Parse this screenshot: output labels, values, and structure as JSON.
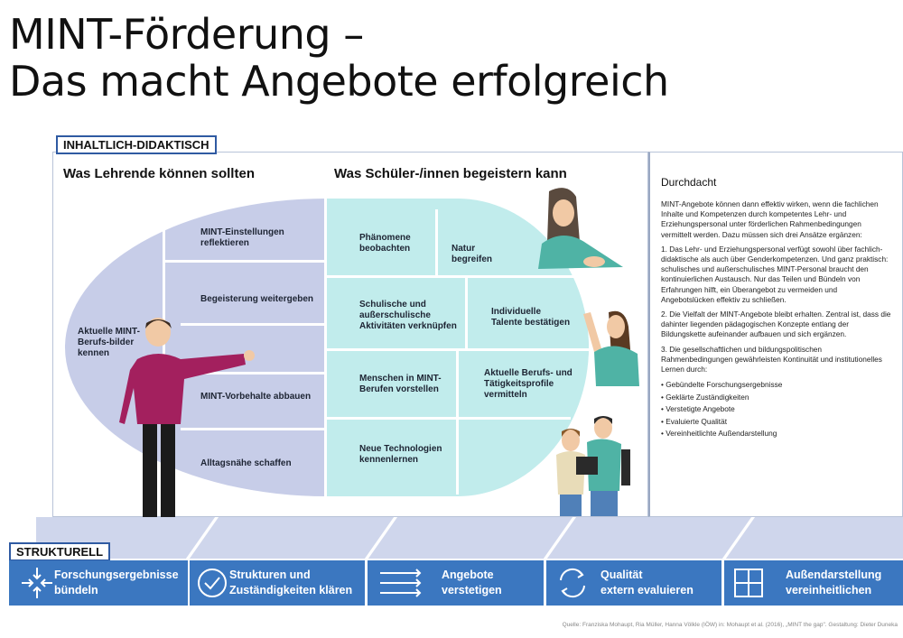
{
  "title": {
    "line1": "MINT-Förderung –",
    "line2": "Das macht Angebote erfolgreich"
  },
  "tags": {
    "inhaltlich": "INHALTLICH-DIDAKTISCH",
    "strukturell": "STRUKTURELL"
  },
  "columns": {
    "left": "Was Lehrende können sollten",
    "right": "Was Schüler-/innen begeistern kann"
  },
  "left_pieces": [
    "MINT-Einstellungen reflektieren",
    "Begeisterung weitergeben",
    "Aktuelle MINT-Berufs-bilder kennen",
    "MINT-Vorbehalte abbauen",
    "Alltagsnähe schaffen"
  ],
  "right_pieces": [
    "Phänomene beobachten",
    "Natur begreifen",
    "Schulische und außerschulische Aktivitäten verknüpfen",
    "Individuelle Talente bestätigen",
    "Menschen in MINT-Berufen vorstellen",
    "Aktuelle Berufs- und Tätigkeitsprofile vermitteln",
    "Neue Technologien kennenlernen"
  ],
  "sidebar": {
    "heading": "Durchdacht",
    "intro": "MINT-Angebote können dann effektiv wirken, wenn die fachlichen Inhalte und Kompetenzen durch kompetentes Lehr- und Erziehungspersonal unter förderlichen Rahmenbedingungen vermittelt werden. Dazu müssen sich drei Ansätze ergänzen:",
    "p1": "1. Das Lehr- und Erziehungspersonal verfügt sowohl über fachlich-didaktische als auch über Genderkompetenzen. Und ganz praktisch: schulisches und außerschulisches MINT-Personal braucht den kontinuierlichen Austausch. Nur das Teilen und Bündeln von Erfahrungen hilft, ein Überangebot zu vermeiden und Angebotslücken effektiv zu schließen.",
    "p2": "2. Die Vielfalt der MINT-Angebote bleibt erhalten. Zentral ist, dass die dahinter liegenden pädagogischen Konzepte entlang der Bildungskette aufeinander aufbauen und sich ergänzen.",
    "p3": "3. Die gesellschaftlichen und bildungspolitischen Rahmenbedingungen gewährleisten Kontinuität und institutionelles Lernen durch:",
    "bullets": [
      "• Gebündelte Forschungsergebnisse",
      "• Geklärte Zuständigkeiten",
      "• Verstetigte Angebote",
      "• Evaluierte Qualität",
      "• Vereinheitlichte Außendarstellung"
    ]
  },
  "bars": [
    {
      "line1": "Forschungsergebnisse",
      "line2": "bündeln",
      "icon": "arrows-in-icon"
    },
    {
      "line1": "Strukturen und",
      "line2": "Zuständigkeiten klären",
      "icon": "check-circle-icon"
    },
    {
      "line1": "Angebote",
      "line2": "verstetigen",
      "icon": "arrows-right-icon"
    },
    {
      "line1": "Qualität",
      "line2": "extern evaluieren",
      "icon": "refresh-icon"
    },
    {
      "line1": "Außendarstellung",
      "line2": "vereinheitlichen",
      "icon": "grid-icon"
    }
  ],
  "colors": {
    "bar": "#3b77c0",
    "left_puzzle": "#c7cde8",
    "right_puzzle": "#c1ecec",
    "floor": "#cfd6ec"
  },
  "source": "Quelle: Franziska Mohaupt, Ria Müller, Hanna Völkle (IÖW) in: Mohaupt et al. (2016), „MINT the gap\". Gestaltung: Dieter Duneka"
}
